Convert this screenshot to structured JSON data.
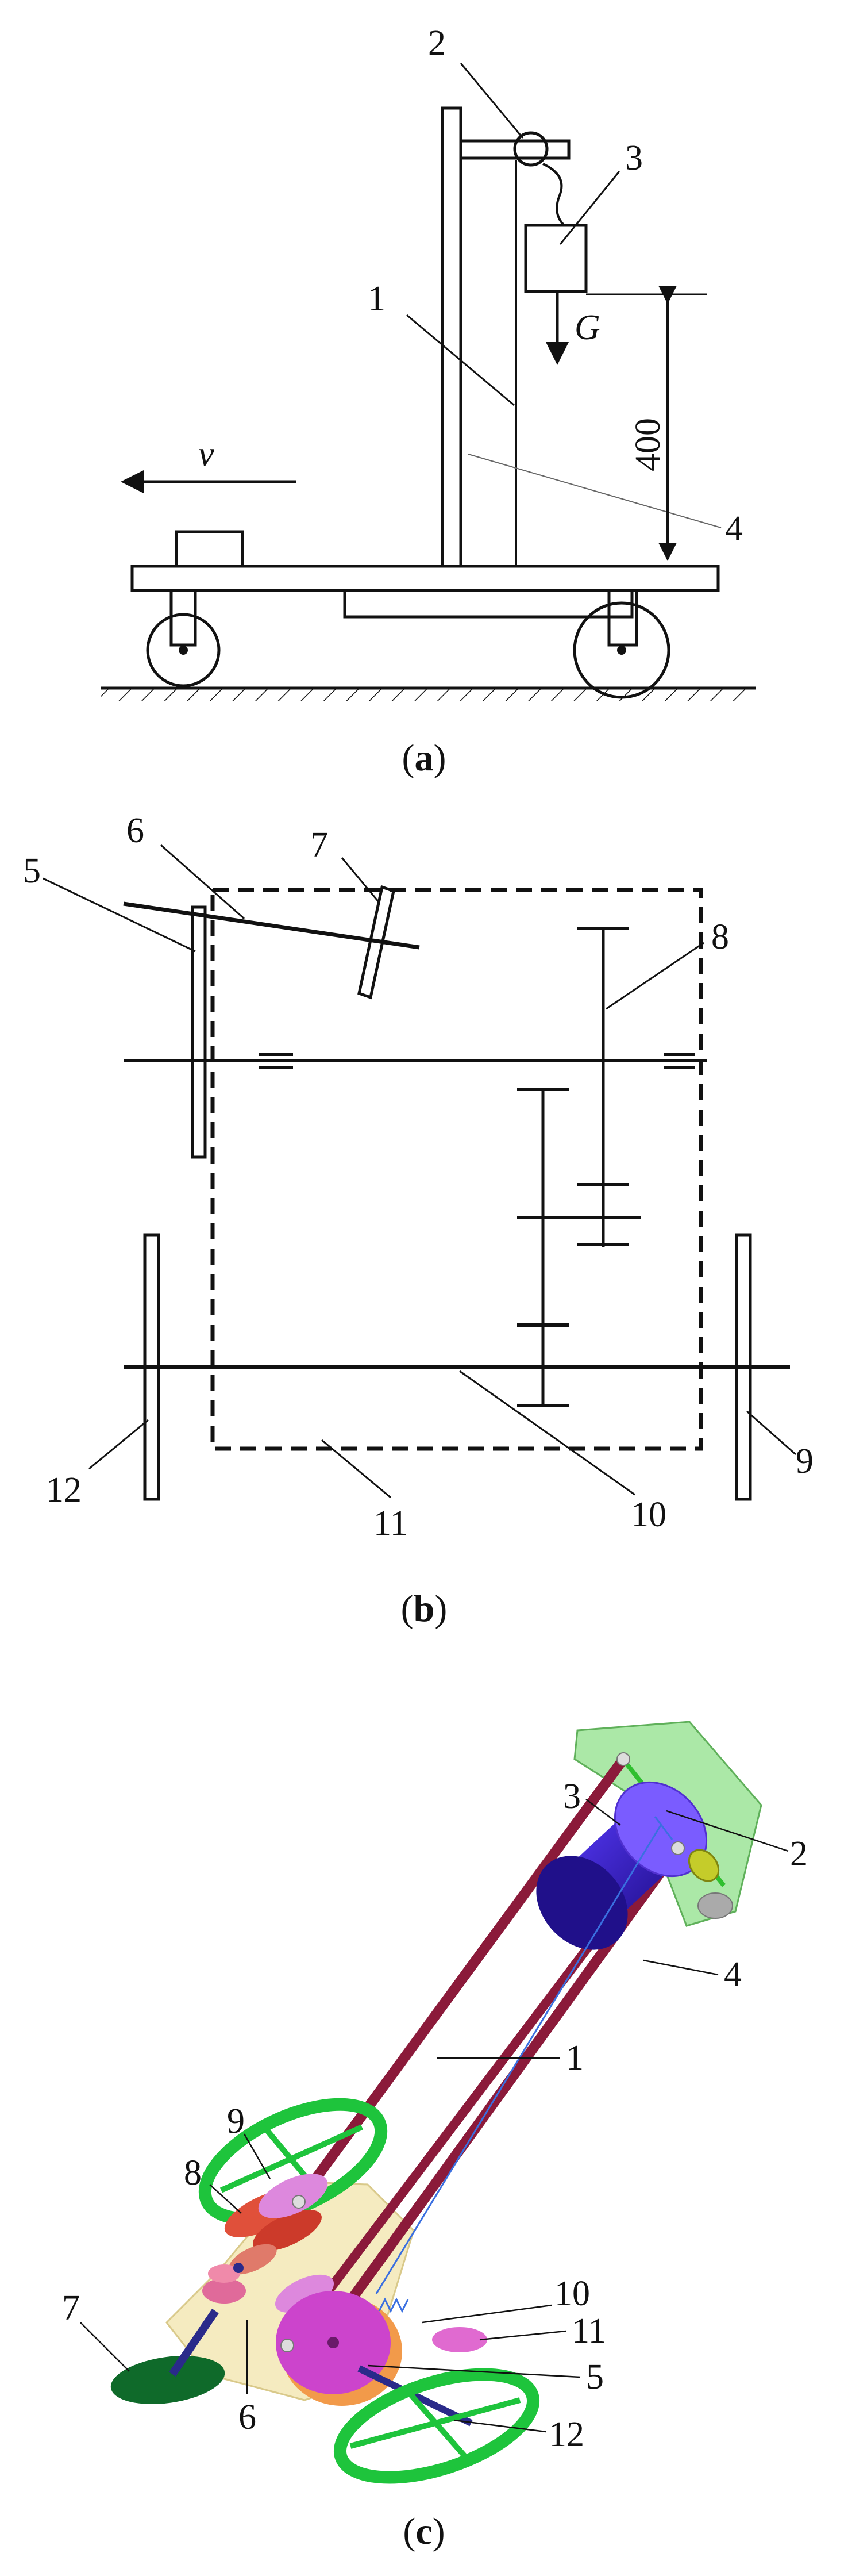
{
  "panels": {
    "a": {
      "caption_open": "(",
      "caption_letter": "a",
      "caption_close": ")",
      "callouts": [
        "1",
        "2",
        "3",
        "4"
      ],
      "dimension": "400",
      "velocity_symbol": "v",
      "weight_symbol": "G"
    },
    "b": {
      "caption_open": "(",
      "caption_letter": "b",
      "caption_close": ")",
      "callouts": [
        "5",
        "6",
        "7",
        "8",
        "9",
        "10",
        "11",
        "12"
      ]
    },
    "c": {
      "caption_open": "(",
      "caption_letter": "c",
      "caption_close": ")",
      "callouts": [
        "1",
        "2",
        "3",
        "4",
        "5",
        "6",
        "7",
        "8",
        "9",
        "10",
        "11",
        "12"
      ]
    }
  },
  "colors": {
    "line": "#111111",
    "wheel_green": "#1ec43c",
    "rod_maroon": "#8b1a3a",
    "cylinder_blue": "#3a1fd0",
    "plate_green": "#8fe08a",
    "gearbox_yellow": "#f3e6b0",
    "disk_magenta": "#cc44cc",
    "gear_red": "#e0503a",
    "string_blue": "#3a6fe0"
  }
}
